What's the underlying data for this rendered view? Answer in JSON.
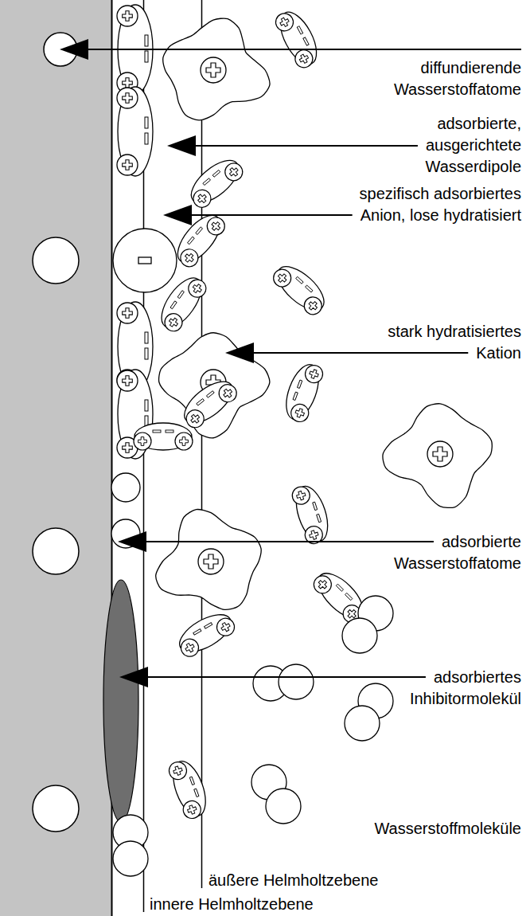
{
  "diagram": {
    "labels": [
      "diffundierende Wasserstoffatome",
      "adsorbierte, ausgerichtete Wasserdipole",
      "spezifisch adsorbiertes Anion, lose hydratisiert",
      "stark hydratisiertes Kation",
      "adsorbierte Wasserstoffatome",
      "adsorbiertes Inhibitormolekül",
      "Wasserstoffmoleküle",
      "äußere Helmholtzebene",
      "innere Helmholtzebene"
    ]
  }
}
